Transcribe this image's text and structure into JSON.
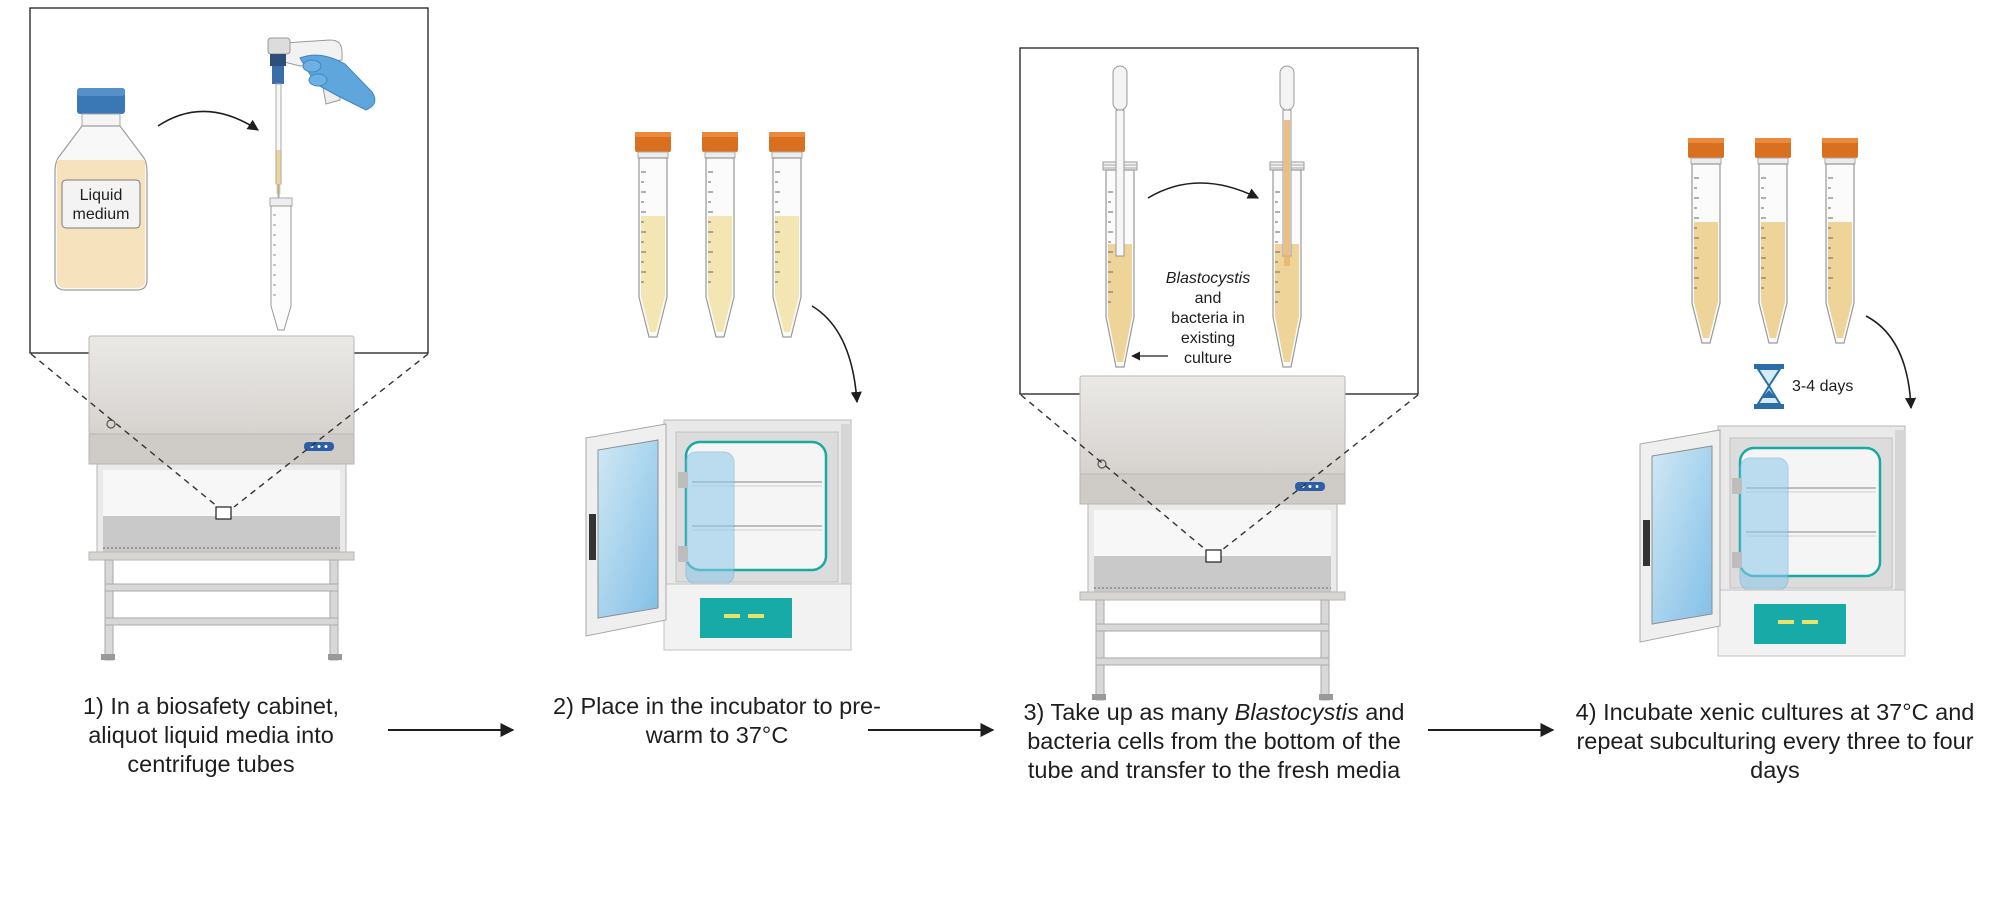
{
  "step1": {
    "bottle_label_line1": "Liquid",
    "bottle_label_line2": "medium",
    "caption": "1) In a biosafety cabinet, aliquot liquid media into centrifuge tubes"
  },
  "step2": {
    "caption": "2) Place in the incubator to pre-warm to 37°C"
  },
  "step3": {
    "annotation_line1": "Blastocystis",
    "annotation_line2": "and",
    "annotation_line3": "bacteria in",
    "annotation_line4": "existing",
    "annotation_line5": "culture",
    "caption_pre": "3) Take up as many ",
    "caption_em": "Blastocystis",
    "caption_post": " and bacteria cells from the bottom of the tube and transfer to the fresh media"
  },
  "step4": {
    "timer_label": "3-4 days",
    "caption": "4) Incubate xenic cultures at 37°C and repeat subculturing every three to four days"
  },
  "colors": {
    "cap_orange": "#d9701f",
    "medium_yellow": "#f3e6b3",
    "culture_tan": "#efd49a",
    "bottle_cap_blue": "#3a78b5",
    "glove_blue": "#5fa6dc",
    "incubator_teal": "#18aaa6",
    "hourglass_blue": "#2b6ea6"
  },
  "icons": {
    "cabinet": "biosafety-cabinet-icon",
    "incubator": "incubator-icon",
    "tube": "centrifuge-tube-icon",
    "pipette": "pipette-icon",
    "bottle": "medium-bottle-icon",
    "timer": "hourglass-icon"
  }
}
